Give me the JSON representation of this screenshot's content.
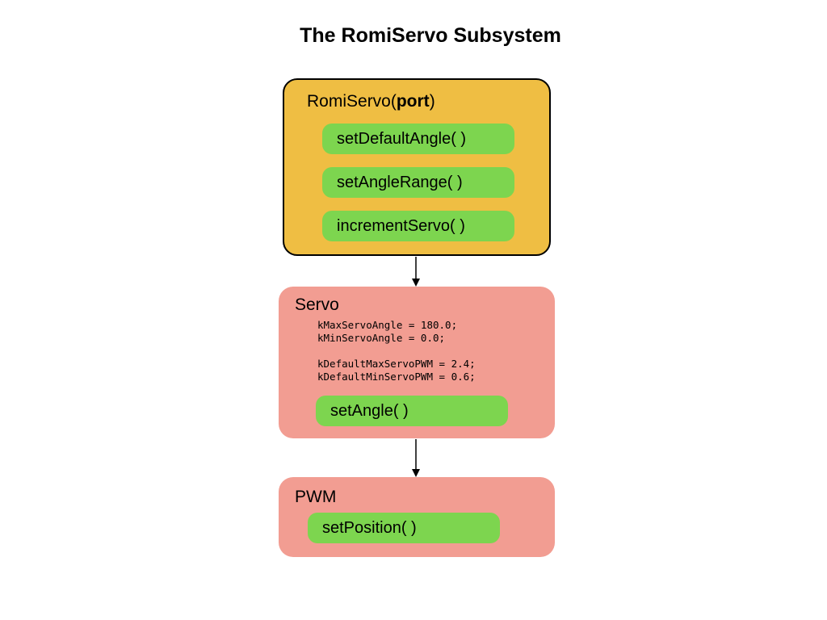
{
  "title": "The RomiServo Subsystem",
  "romi_servo": {
    "class_name": "RomiServo(",
    "param": "port",
    "close": ")",
    "methods": [
      "setDefaultAngle( )",
      "setAngleRange( )",
      "incrementServo( )"
    ]
  },
  "servo": {
    "class_name": "Servo",
    "constants": [
      "kMaxServoAngle = 180.0;",
      "kMinServoAngle = 0.0;",
      "kDefaultMaxServoPWM = 2.4;",
      "kDefaultMinServoPWM = 0.6;"
    ],
    "methods": [
      "setAngle( )"
    ]
  },
  "pwm": {
    "class_name": "PWM",
    "methods": [
      "setPosition( )"
    ]
  },
  "colors": {
    "romi_fill": "#efbe43",
    "class_fill": "#f29d92",
    "method_fill": "#7dd54f"
  }
}
